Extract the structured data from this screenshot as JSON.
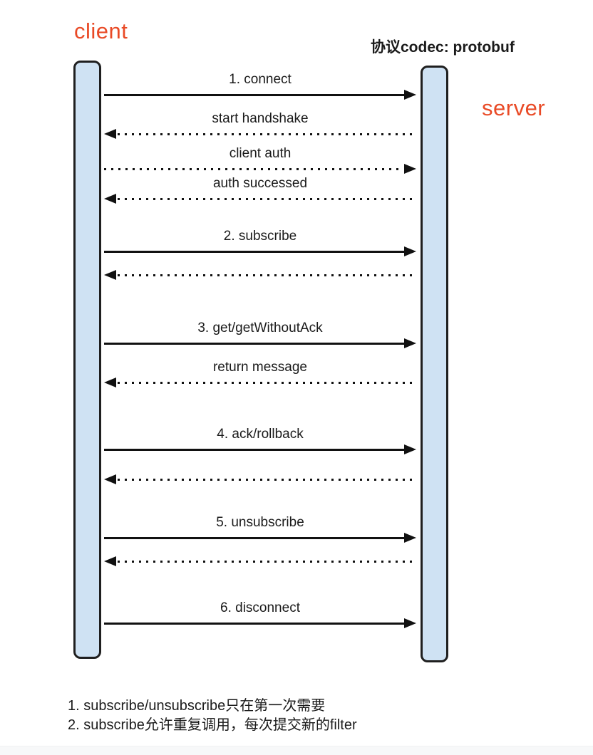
{
  "diagram": {
    "codec_title": "协议codec: protobuf",
    "actors": [
      {
        "name": "client",
        "color": "#e94a26"
      },
      {
        "name": "server",
        "color": "#e94a26"
      }
    ],
    "messages": [
      {
        "label": "1. connect",
        "from": "client",
        "to": "server",
        "line": "solid"
      },
      {
        "label": "start handshake",
        "from": "server",
        "to": "client",
        "line": "dotted"
      },
      {
        "label": "client auth",
        "from": "client",
        "to": "server",
        "line": "dotted"
      },
      {
        "label": "auth successed",
        "from": "server",
        "to": "client",
        "line": "dotted"
      },
      {
        "label": "2. subscribe",
        "from": "client",
        "to": "server",
        "line": "solid"
      },
      {
        "label": "",
        "from": "server",
        "to": "client",
        "line": "dotted"
      },
      {
        "label": "3. get/getWithoutAck",
        "from": "client",
        "to": "server",
        "line": "solid"
      },
      {
        "label": "return message",
        "from": "server",
        "to": "client",
        "line": "dotted"
      },
      {
        "label": "4. ack/rollback",
        "from": "client",
        "to": "server",
        "line": "solid"
      },
      {
        "label": "",
        "from": "server",
        "to": "client",
        "line": "dotted"
      },
      {
        "label": "5. unsubscribe",
        "from": "client",
        "to": "server",
        "line": "solid"
      },
      {
        "label": "",
        "from": "server",
        "to": "client",
        "line": "dotted"
      },
      {
        "label": "6. disconnect",
        "from": "client",
        "to": "server",
        "line": "solid"
      }
    ],
    "notes": [
      "1. subscribe/unsubscribe只在第一次需要",
      "2. subscribe允许重复调用，每次提交新的filter"
    ],
    "colors": {
      "actor_label": "#e94a26",
      "lifeline_fill": "#cfe2f3",
      "lifeline_border": "#1f1f1f",
      "arrow_line": "#111111",
      "background": "#ffffff"
    }
  }
}
